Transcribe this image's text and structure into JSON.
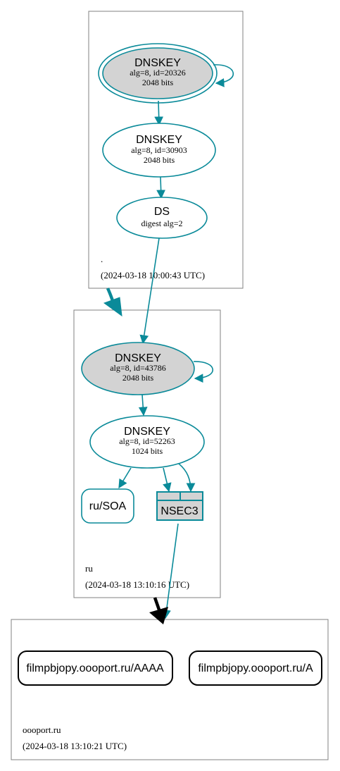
{
  "colors": {
    "edge": "#0a8a99",
    "node_fill_grey": "#d3d3d3",
    "cluster_border": "#808080",
    "delegation_black": "#000000"
  },
  "zones": {
    "root": {
      "name": ".",
      "timestamp": "(2024-03-18 10:00:43 UTC)",
      "ksk": {
        "type": "DNSKEY",
        "details": "alg=8, id=20326",
        "size": "2048 bits"
      },
      "zsk": {
        "type": "DNSKEY",
        "details": "alg=8, id=30903",
        "size": "2048 bits"
      },
      "ds": {
        "type": "DS",
        "details": "digest alg=2"
      }
    },
    "ru": {
      "name": "ru",
      "timestamp": "(2024-03-18 13:10:16 UTC)",
      "ksk": {
        "type": "DNSKEY",
        "details": "alg=8, id=43786",
        "size": "2048 bits"
      },
      "zsk": {
        "type": "DNSKEY",
        "details": "alg=8, id=52263",
        "size": "1024 bits"
      },
      "soa": "ru/SOA",
      "nsec3": "NSEC3"
    },
    "oooport": {
      "name": "oooport.ru",
      "timestamp": "(2024-03-18 13:10:21 UTC)",
      "rrset_aaaa": "filmpbjopy.oooport.ru/AAAA",
      "rrset_a": "filmpbjopy.oooport.ru/A"
    }
  }
}
